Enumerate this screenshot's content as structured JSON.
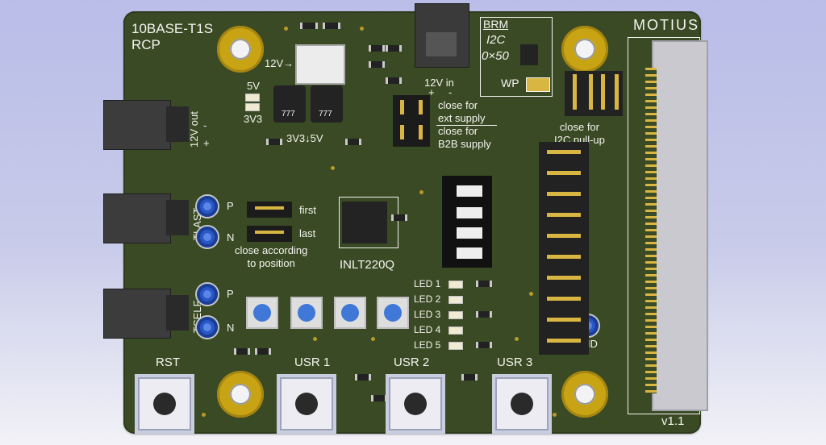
{
  "board": {
    "name_line1": "10BASE-T1S",
    "name_line2": "RCP",
    "brand": "MOTIUS",
    "version": "v1.1"
  },
  "silkscreen": {
    "brm": "BRM",
    "i2c": "I2C",
    "addr": "0×50",
    "wp": "WP",
    "v12_arrow": "12V→",
    "v5": "5V",
    "v3v3": "3V3",
    "v3v3_5v": "3V3↓5V",
    "v12_in": "12V in",
    "plus": "+",
    "minus": "-",
    "v12_out": "12V out",
    "close_ext": "close for\next supply",
    "close_b2b": "close for\nB2B supply",
    "close_i2c": "close for\nI2C pull-up",
    "first": "first",
    "last": "last",
    "close_pos": "close according\nto position",
    "tlast": "TLAST",
    "tself": "TSELF",
    "p": "P",
    "n": "N",
    "inlt": "INLT220Q",
    "inductor_mark": "777",
    "led1": "LED 1",
    "led2": "LED 2",
    "led3": "LED 3",
    "led4": "LED 4",
    "led5": "LED 5",
    "gnd": "GND",
    "rst": "RST",
    "usr1": "USR 1",
    "usr2": "USR 2",
    "usr3": "USR 3"
  },
  "colors": {
    "pcb": "#3a4a24",
    "silkscreen": "#f4f4f0",
    "gold": "#c8a415",
    "testpoint": "#2957c4"
  }
}
